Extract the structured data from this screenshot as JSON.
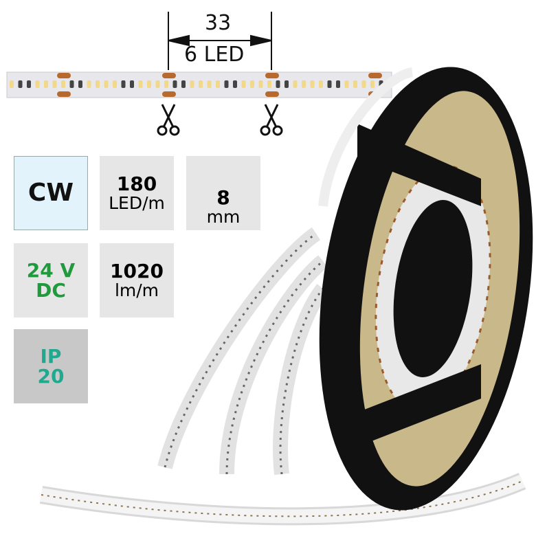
{
  "dimension": {
    "length": "33",
    "led_count": "6 LED"
  },
  "specs": {
    "color_temp": "CW",
    "led_density_value": "180",
    "led_density_unit": "LED/m",
    "width_value": "8",
    "width_unit": "mm",
    "voltage_value": "24 V",
    "voltage_type": "DC",
    "lumen_value": "1020",
    "lumen_unit": "lm/m",
    "ip_label": "IP",
    "ip_value": "20"
  },
  "colors": {
    "cw_bg": "#e2f3fb",
    "voltage": "#1f9a3c",
    "ip": "#1fa98e",
    "pad": "#b8692e"
  }
}
